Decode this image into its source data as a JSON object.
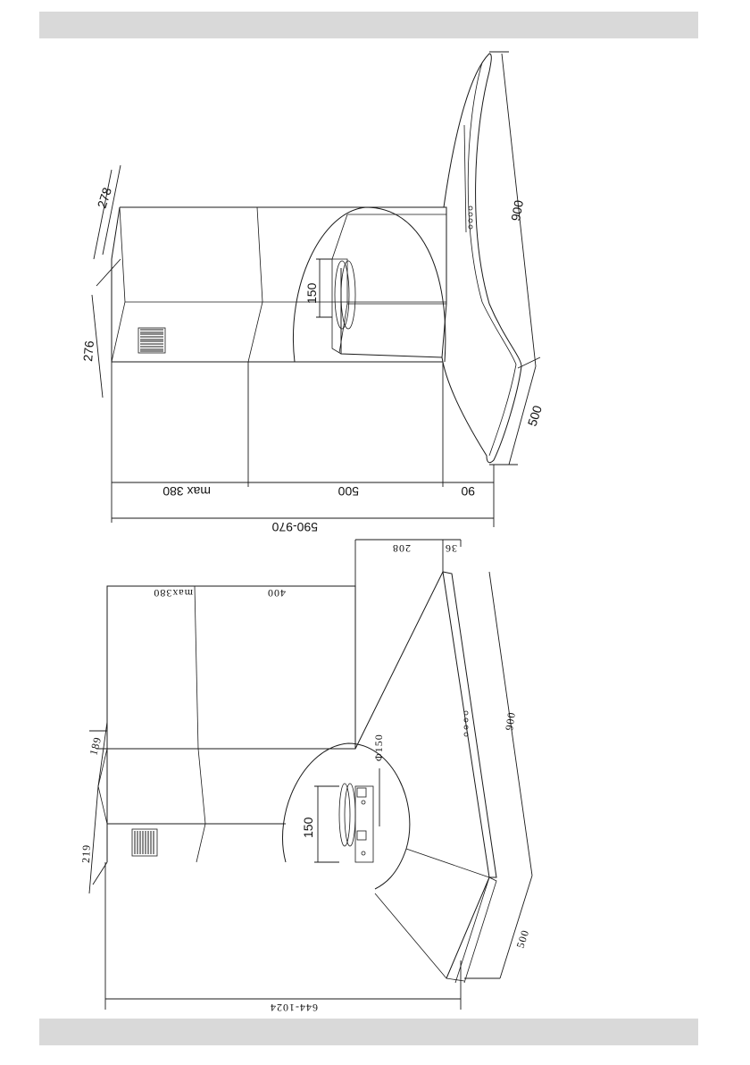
{
  "upper_drawing": {
    "dims": {
      "d278": "278",
      "d276": "276",
      "d150": "150",
      "d900": "900",
      "d500_side": "500",
      "d_max380": "max 380",
      "d500_mid": "500",
      "d90": "90",
      "d590_970": "590-970"
    }
  },
  "lower_drawing": {
    "dims": {
      "d208": "208",
      "d36": "36",
      "d_max380": "max380",
      "d400": "400",
      "d189": "189",
      "d219": "219",
      "d_phi150": "Φ150",
      "d150": "150",
      "d900": "900",
      "d500": "500",
      "d644_1024": "644-1024"
    }
  },
  "colors": {
    "bar": "#d9d9d9",
    "line": "#1a1a1a"
  }
}
